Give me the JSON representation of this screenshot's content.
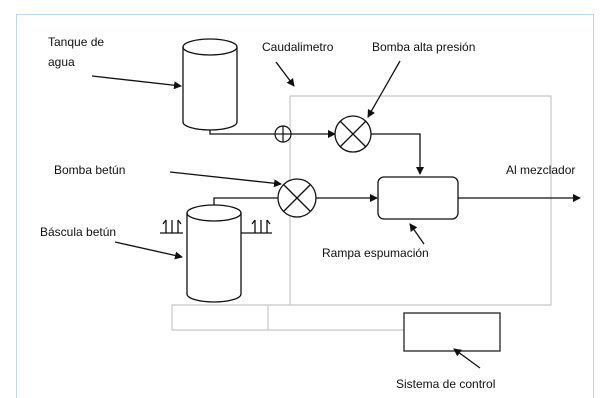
{
  "diagram": {
    "labels": {
      "tank": [
        "Tanque de",
        "agua"
      ],
      "flowmeter": "Caudalimetro",
      "high_pressure_pump": "Bomba alta presión",
      "bitumen_pump": "Bomba betún",
      "scale": "Báscula betún",
      "mixer": "Al mezclador",
      "foaming_ramp": "Rampa espumación",
      "control_system": "Sistema de control"
    },
    "colors": {
      "line": "#111111",
      "control_line": "#c8c8c8",
      "border": "#b9d7ea"
    }
  }
}
